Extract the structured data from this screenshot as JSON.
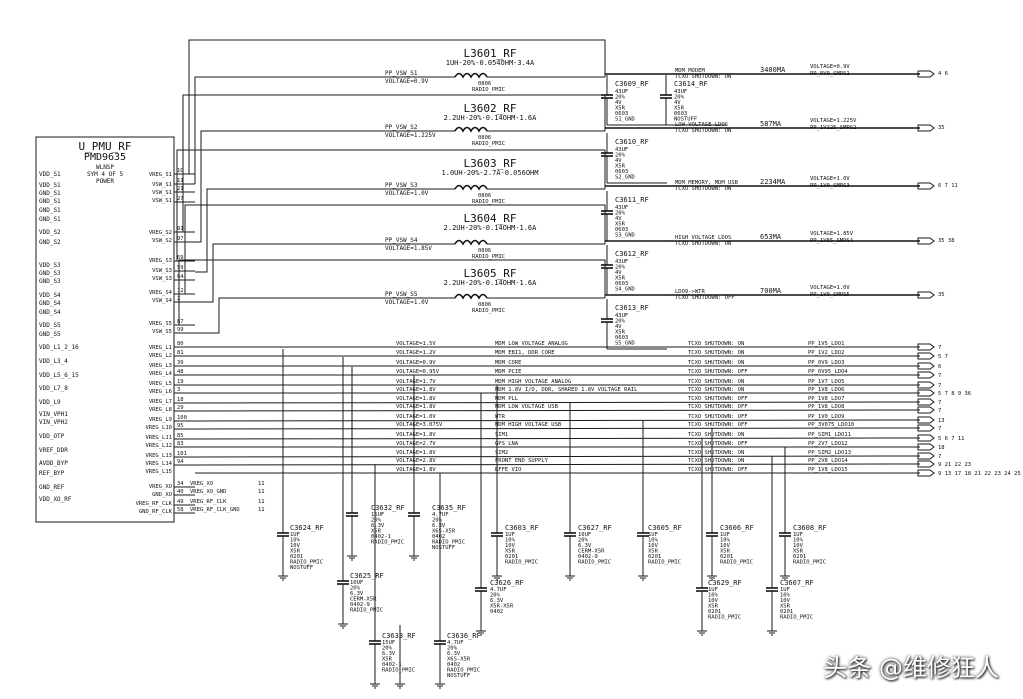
{
  "chip": {
    "name": "U_PMU_RF",
    "part": "PMD9635",
    "lines": [
      "WLNSP",
      "SYM 4 OF 5",
      "POWER"
    ],
    "left_pins": [
      "VDD_S1",
      "VDD_S1",
      "GND_S1",
      "GND_S1",
      "GND_S1",
      "GND_S1",
      "VDD_S2",
      "GND_S2",
      "VDD_S3",
      "GND_S3",
      "GND_S3",
      "VDD_S4",
      "GND_S4",
      "GND_S4",
      "VDD_S5",
      "GND_S5",
      "VDD_L1_2_16",
      "VDD_L3_4",
      "VDD_L5_6_15",
      "VDD_L7_8",
      "VDD_L9",
      "VIN_VPH1",
      "VIN_VPH2",
      "VDD_OTP",
      "VREF_DDR",
      "AVDD_BYP",
      "REF_BYP",
      "GND_REF",
      "VDD_XO_RF"
    ],
    "right_pins": [
      "VREG_S1",
      "VSW_S1",
      "VSW_S1",
      "VSW_S1",
      "VREG_S2",
      "VSW_S2",
      "VREG_S3",
      "VSW_S3",
      "VSW_S3",
      "VREG_S4",
      "VSW_S4",
      "VREG_S5",
      "VSW_S5",
      "VREG_L1",
      "VREG_L2",
      "VREG_L3",
      "VREG_L4",
      "VREG_L5",
      "VREG_L6",
      "VREG_L7",
      "VREG_L8",
      "VREG_L9",
      "VREG_L10",
      "VREG_L11",
      "VREG_L12",
      "VREG_L13",
      "VREG_L14",
      "VREG_L15",
      "VREG_XO",
      "GND_XO",
      "VREG_RF_CLK",
      "GND_RF_CLK"
    ],
    "pin_numbers": [
      "10",
      "11",
      "21",
      "27",
      "91",
      "97",
      "69",
      "59",
      "64",
      "12",
      "2",
      "87",
      "99",
      "80",
      "81",
      "39",
      "48",
      "19",
      "3",
      "18",
      "29",
      "100",
      "95",
      "85",
      "83",
      "101",
      "94",
      "34",
      "40",
      "49",
      "58"
    ]
  },
  "inductors": [
    {
      "ref": "L3601_RF",
      "value": "1UH-20%-0.054OHM-3.4A",
      "net": "PP_VSW_S1",
      "voltage": "VOLTAGE=0.9V",
      "pkg": "0806",
      "note": "RADIO_PMIC"
    },
    {
      "ref": "L3602_RF",
      "value": "2.2UH-20%-0.14OHM-1.6A",
      "net": "PP_VSW_S2",
      "voltage": "VOLTAGE=1.225V",
      "pkg": "0806",
      "note": "RADIO_PMIC"
    },
    {
      "ref": "L3603_RF",
      "value": "1.0UH-20%-2.7A-0.056OHM",
      "net": "PP_VSW_S3",
      "voltage": "VOLTAGE=1.0V",
      "pkg": "0806",
      "note": "RADIO_PMIC"
    },
    {
      "ref": "L3604_RF",
      "value": "2.2UH-20%-0.14OHM-1.6A",
      "net": "PP_VSW_S4",
      "voltage": "VOLTAGE=1.85V",
      "pkg": "0806",
      "note": "RADIO_PMIC"
    },
    {
      "ref": "L3605_RF",
      "value": "2.2UH-20%-0.14OHM-1.6A",
      "net": "PP_VSW_S5",
      "voltage": "VOLTAGE=1.0V",
      "pkg": "0806",
      "note": "RADIO_PMIC"
    }
  ],
  "smps_rails": [
    {
      "desc": "MDM MODEM",
      "shutdown": "TCXO SHUTDOWN: ON",
      "current": "3400MA",
      "voltage": "VOLTAGE=0.9V",
      "net": "PP_0V9_SMPS1",
      "pages": "4 6"
    },
    {
      "desc": "LOW VOLTAGE LDOS",
      "shutdown": "TCXO SHUTDOWN: ON",
      "current": "587MA",
      "voltage": "VOLTAGE=1.225V",
      "net": "PP_1V225_SMPS2",
      "pages": "35"
    },
    {
      "desc": "MDM MEMORY, MDM USB",
      "shutdown": "TCXO SHUTDOWN: ON",
      "current": "2234MA",
      "voltage": "VOLTAGE=1.0V",
      "net": "PP_1V0_SMPS3",
      "pages": "6 7 11"
    },
    {
      "desc": "HIGH VOLTAGE LDOS",
      "shutdown": "TCXO SHUTDOWN: ON",
      "current": "653MA",
      "voltage": "VOLTAGE=1.85V",
      "net": "PP_1V85_SMPS4",
      "pages": "35 38"
    },
    {
      "desc": "LDO9->WTR",
      "shutdown": "TCXO SHUTDOWN: OFF",
      "current": "700MA",
      "voltage": "VOLTAGE=1.0V",
      "net": "PP_1V0_SMPS5",
      "pages": "35"
    }
  ],
  "smps_caps": [
    {
      "ref": "C3609_RF",
      "lines": [
        "43UF",
        "20%",
        "4V",
        "X5R",
        "0603",
        "S1_GND"
      ]
    },
    {
      "ref": "C3614_RF",
      "lines": [
        "43UF",
        "20%",
        "4V",
        "X5R",
        "0603",
        "NOSTUFF"
      ]
    },
    {
      "ref": "C3610_RF",
      "lines": [
        "43UF",
        "20%",
        "4V",
        "X5R",
        "0603",
        "S2_GND"
      ]
    },
    {
      "ref": "C3611_RF",
      "lines": [
        "43UF",
        "20%",
        "4V",
        "X5R",
        "0603",
        "S3_GND"
      ]
    },
    {
      "ref": "C3612_RF",
      "lines": [
        "43UF",
        "20%",
        "4V",
        "X5R",
        "0603",
        "S4_GND"
      ]
    },
    {
      "ref": "C3613_RF",
      "lines": [
        "43UF",
        "20%",
        "4V",
        "X5R",
        "0603",
        "S5_GND"
      ]
    }
  ],
  "ldo_rails": [
    {
      "voltage": "VOLTAGE=1.5V",
      "desc": "MDM LOW VOLTAGE ANALOG",
      "shutdown": "TCXO SHUTDOWN: ON",
      "net": "PP_1V5_LDO1",
      "pages": "7"
    },
    {
      "voltage": "VOLTAGE=1.2V",
      "desc": "MDM EBI1, DDR CORE",
      "shutdown": "TCXO SHUTDOWN: ON",
      "net": "PP_1V2_LDO2",
      "pages": "5 7"
    },
    {
      "voltage": "VOLTAGE=0.9V",
      "desc": "MDM CORE",
      "shutdown": "TCXO SHUTDOWN: ON",
      "net": "PP_0V9_LDO3",
      "pages": "6"
    },
    {
      "voltage": "VOLTAGE=0.95V",
      "desc": "MDM PCIE",
      "shutdown": "TCXO SHUTDOWN: OFF",
      "net": "PP_0V95_LDO4",
      "pages": "7"
    },
    {
      "voltage": "VOLTAGE=1.7V",
      "desc": "MDM HIGH VOLTAGE ANALOG",
      "shutdown": "TCXO SHUTDOWN: ON",
      "net": "PP_1V7_LDO5",
      "pages": "7"
    },
    {
      "voltage": "VOLTAGE=1.8V",
      "desc": "MDM 1.8V I/O, DDR, SHARED 1.8V VOLTAGE RAIL",
      "shutdown": "TCXO SHUTDOWN: ON",
      "net": "PP_1V8_LDO6",
      "pages": "5 7 8 9 36"
    },
    {
      "voltage": "VOLTAGE=1.8V",
      "desc": "MDM PLL",
      "shutdown": "TCXO SHUTDOWN: OFF",
      "net": "PP_1V8_LDO7",
      "pages": "7"
    },
    {
      "voltage": "VOLTAGE=1.8V",
      "desc": "MDM LOW VOLTAGE USB",
      "shutdown": "TCXO SHUTDOWN: OFF",
      "net": "PP_1V8_LDO8",
      "pages": "7"
    },
    {
      "voltage": "VOLTAGE=1.0V",
      "desc": "WTR",
      "shutdown": "TCXO SHUTDOWN: OFF",
      "net": "PP_1V0_LDO9",
      "pages": "13"
    },
    {
      "voltage": "VOLTAGE=3.075V",
      "desc": "MDM HIGH VOLTAGE USB",
      "shutdown": "TCXO SHUTDOWN: OFF",
      "net": "PP_3V075_LDO10",
      "pages": "7"
    },
    {
      "voltage": "VOLTAGE=1.8V",
      "desc": "SIM1",
      "shutdown": "TCXO SHUTDOWN: ON",
      "net": "PP_SIM1_LDO11",
      "pages": "5 6 7 11"
    },
    {
      "voltage": "VOLTAGE=2.7V",
      "desc": "GPS LNA",
      "shutdown": "TCXO SHUTDOWN: OFF",
      "net": "PP_2V7_LDO12",
      "pages": "18"
    },
    {
      "voltage": "VOLTAGE=1.8V",
      "desc": "SIM2",
      "shutdown": "TCXO SHUTDOWN: ON",
      "net": "PP_SIM2_LDO13",
      "pages": "7"
    },
    {
      "voltage": "VOLTAGE=2.8V",
      "desc": "FRONT END SUPPLY",
      "shutdown": "TCXO SHUTDOWN: ON",
      "net": "PP_2V8_LDO14",
      "pages": "9 21 22 23"
    },
    {
      "voltage": "VOLTAGE=1.8V",
      "desc": "RFFE VIO",
      "shutdown": "TCXO SHUTDOWN: OFF",
      "net": "PP_1V8_LDO15",
      "pages": "9 13 17 18 21 22 23 24 25 26"
    }
  ],
  "xo_nets": [
    "VREG_XO",
    "VREG_XO_GND",
    "VREG_RF_CLK",
    "VREG_RF_CLK_GND"
  ],
  "xo_pages": [
    "11",
    "11",
    "11",
    "11"
  ],
  "ldo_caps": [
    {
      "ref": "C3624_RF",
      "lines": [
        "1UF",
        "10%",
        "10V",
        "X5R",
        "0201",
        "RADIO_PMIC",
        "NOSTUFF"
      ]
    },
    {
      "ref": "C3625_RF",
      "lines": [
        "10UF",
        "20%",
        "6.3V",
        "CERM-X5R",
        "0402-9",
        "RADIO_PMIC"
      ]
    },
    {
      "ref": "C3632_RF",
      "lines": [
        "15UF",
        "20%",
        "6.3V",
        "X5R",
        "0402-1",
        "RADIO_PMIC"
      ]
    },
    {
      "ref": "C3635_RF",
      "lines": [
        "4.7UF",
        "20%",
        "6.3V",
        "X6S-X5R",
        "0402",
        "RADIO_PMIC",
        "NOSTUFF"
      ]
    },
    {
      "ref": "C3603_RF",
      "lines": [
        "1UF",
        "10%",
        "10V",
        "X5R",
        "0201",
        "RADIO_PMIC"
      ]
    },
    {
      "ref": "C3626_RF",
      "lines": [
        "4.7UF",
        "20%",
        "6.3V",
        "X5R-X5R",
        "0402"
      ]
    },
    {
      "ref": "C3627_RF",
      "lines": [
        "10UF",
        "20%",
        "6.3V",
        "CERM-X5R",
        "0402-9",
        "RADIO_PMIC"
      ]
    },
    {
      "ref": "C3605_RF",
      "lines": [
        "1UF",
        "10%",
        "10V",
        "X5R",
        "0201",
        "RADIO_PMIC"
      ]
    },
    {
      "ref": "C3606_RF",
      "lines": [
        "1UF",
        "10%",
        "10V",
        "X5R",
        "0201",
        "RADIO_PMIC"
      ]
    },
    {
      "ref": "C3629_RF",
      "lines": [
        "1UF",
        "10%",
        "10V",
        "X5R",
        "0201",
        "RADIO_PMIC"
      ]
    },
    {
      "ref": "C3608_RF",
      "lines": [
        "1UF",
        "10%",
        "10V",
        "X5R",
        "0201",
        "RADIO_PMIC"
      ]
    },
    {
      "ref": "C3607_RF",
      "lines": [
        "1UF",
        "10%",
        "10V",
        "X5R",
        "0201",
        "RADIO_PMIC"
      ]
    },
    {
      "ref": "C3633_RF",
      "lines": [
        "15UF",
        "20%",
        "6.3V",
        "X5R",
        "0402-1",
        "RADIO_PMIC"
      ]
    },
    {
      "ref": "C3636_RF",
      "lines": [
        "4.7UF",
        "20%",
        "6.3V",
        "X6S-X5R",
        "0402",
        "RADIO_PMIC",
        "NOSTUFF"
      ]
    }
  ],
  "watermark": "头条 @维修狂人"
}
